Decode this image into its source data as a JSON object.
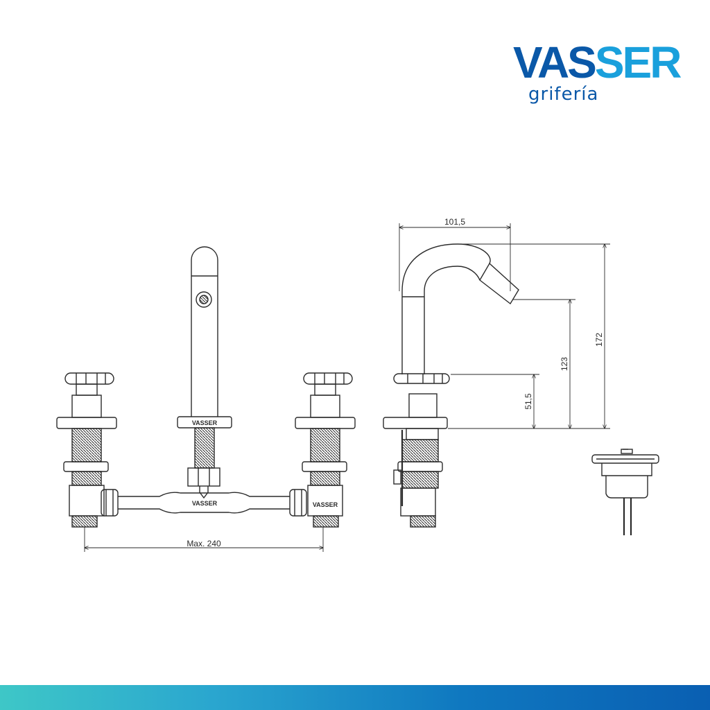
{
  "logo": {
    "brand_part1": "VAS",
    "brand_part2": "SER",
    "subtitle": "grifería",
    "colors": {
      "dark_blue": "#0a58a8",
      "light_blue": "#1aa0dc"
    }
  },
  "drawing": {
    "front_view": {
      "width_dimension": "Max. 240",
      "base_mark": "VASSER",
      "pipe_mark": "VASSER",
      "valve_mark": "VASSER"
    },
    "side_view": {
      "reach_dimension": "101,5",
      "spout_height_dimension": "123",
      "total_height_dimension": "172",
      "handle_height_dimension": "51,5"
    },
    "line_color": "#2a2a2a"
  },
  "footer": {
    "gradient": [
      "#3ec7c7",
      "#2aa6cf",
      "#0f78c0",
      "#0a5fb2"
    ]
  }
}
